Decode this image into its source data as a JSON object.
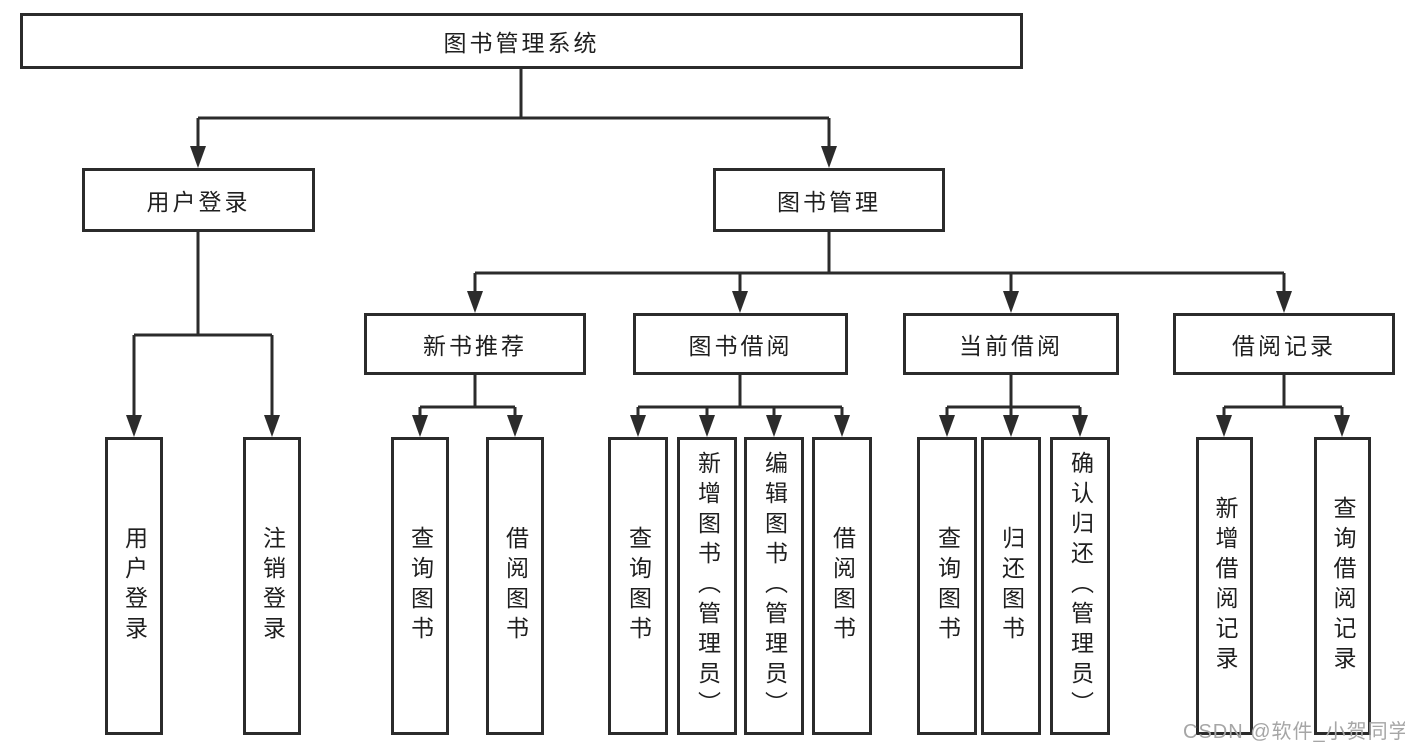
{
  "tree": {
    "root": "图书管理系统",
    "branches": [
      {
        "label": "用户登录",
        "leaves": [
          "用户登录",
          "注销登录"
        ]
      },
      {
        "label": "图书管理",
        "groups": [
          {
            "label": "新书推荐",
            "leaves": [
              "查询图书",
              "借阅图书"
            ]
          },
          {
            "label": "图书借阅",
            "leaves": [
              "查询图书",
              "新增图书（管理员）",
              "编辑图书（管理员）",
              "借阅图书"
            ]
          },
          {
            "label": "当前借阅",
            "leaves": [
              "查询图书",
              "归还图书",
              "确认归还（管理员）"
            ]
          },
          {
            "label": "借阅记录",
            "leaves": [
              "新增借阅记录",
              "查询借阅记录"
            ]
          }
        ]
      }
    ]
  },
  "watermark": {
    "text": "CSDN @软件_小贺同学",
    "color": "#a6a6a6"
  },
  "colors": {
    "line": "#2b2b2b",
    "text": "#1f1f1f",
    "background": "#ffffff"
  }
}
